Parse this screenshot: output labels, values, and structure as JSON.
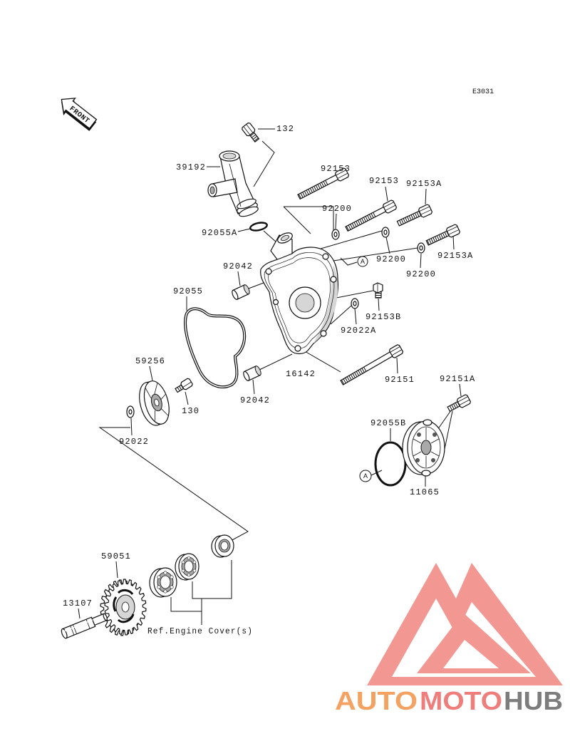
{
  "diagram": {
    "drawing_code": "E3031",
    "front_label": "FRONT",
    "callout_marker": "A",
    "reference_note": "Ref.Engine Cover(s)",
    "part_labels": [
      "132",
      "39192",
      "92153",
      "92153",
      "92153A",
      "92200",
      "92055A",
      "92200",
      "92153A",
      "92042",
      "92200",
      "92055",
      "92153B",
      "92022A",
      "59256",
      "16142",
      "92151",
      "92151A",
      "130",
      "92042",
      "92022",
      "92055B",
      "11065",
      "59051",
      "13107"
    ]
  },
  "watermark": {
    "segments": [
      "AUTO",
      "MOTO",
      "HUB"
    ]
  },
  "colors": {
    "line": "#111111",
    "watermark_orange": "#f4a262",
    "watermark_pink": "#ef7d7b",
    "watermark_gray": "#7d7d7d",
    "logo": "#f0867f"
  }
}
